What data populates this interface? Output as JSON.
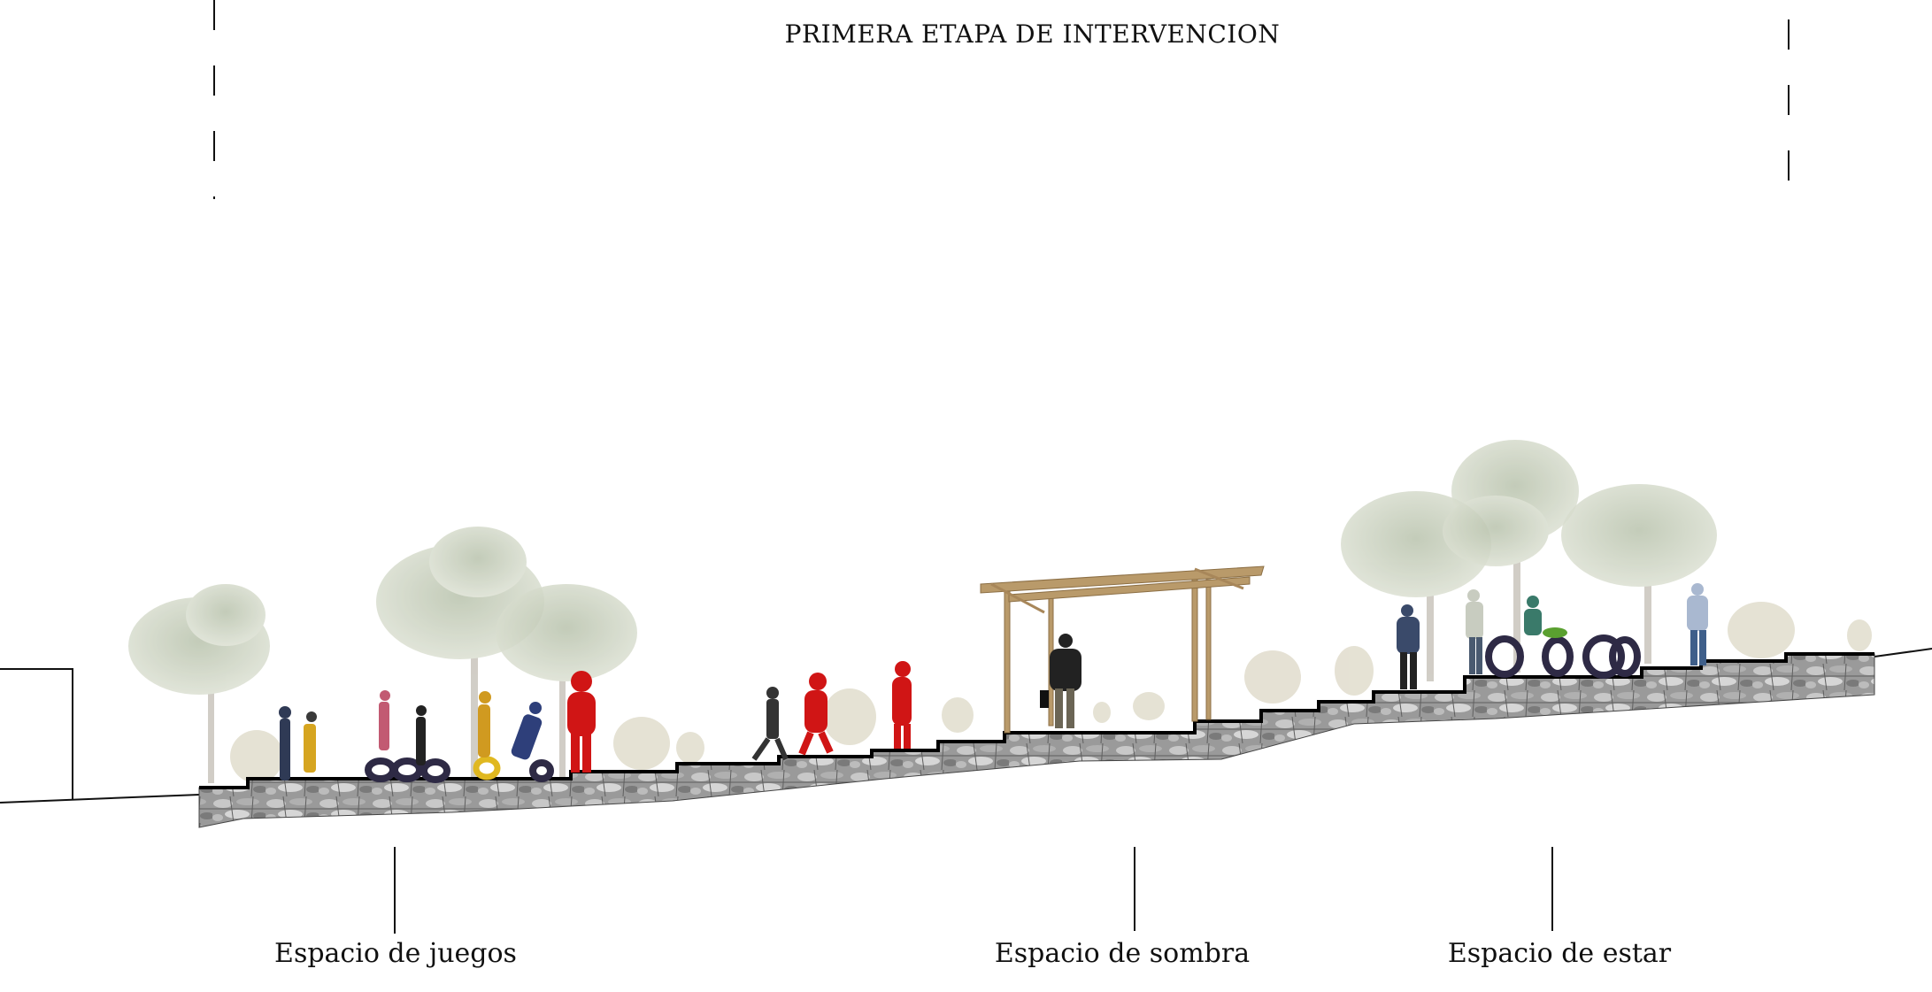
{
  "title": "PRIMERA ETAPA DE INTERVENCION",
  "zones": [
    {
      "label": "Espacio de juegos"
    },
    {
      "label": "Espacio de sombra"
    },
    {
      "label": "Espacio de estar"
    }
  ],
  "colors": {
    "terrain_line": "#000000",
    "stone_wall": "#8e8e8e",
    "tree_foliage": "#c9d0be",
    "pergola_wood": "#b99a6a",
    "people_red": "#d01515",
    "people_dark": "#333333",
    "tires": "#2e2a45"
  }
}
